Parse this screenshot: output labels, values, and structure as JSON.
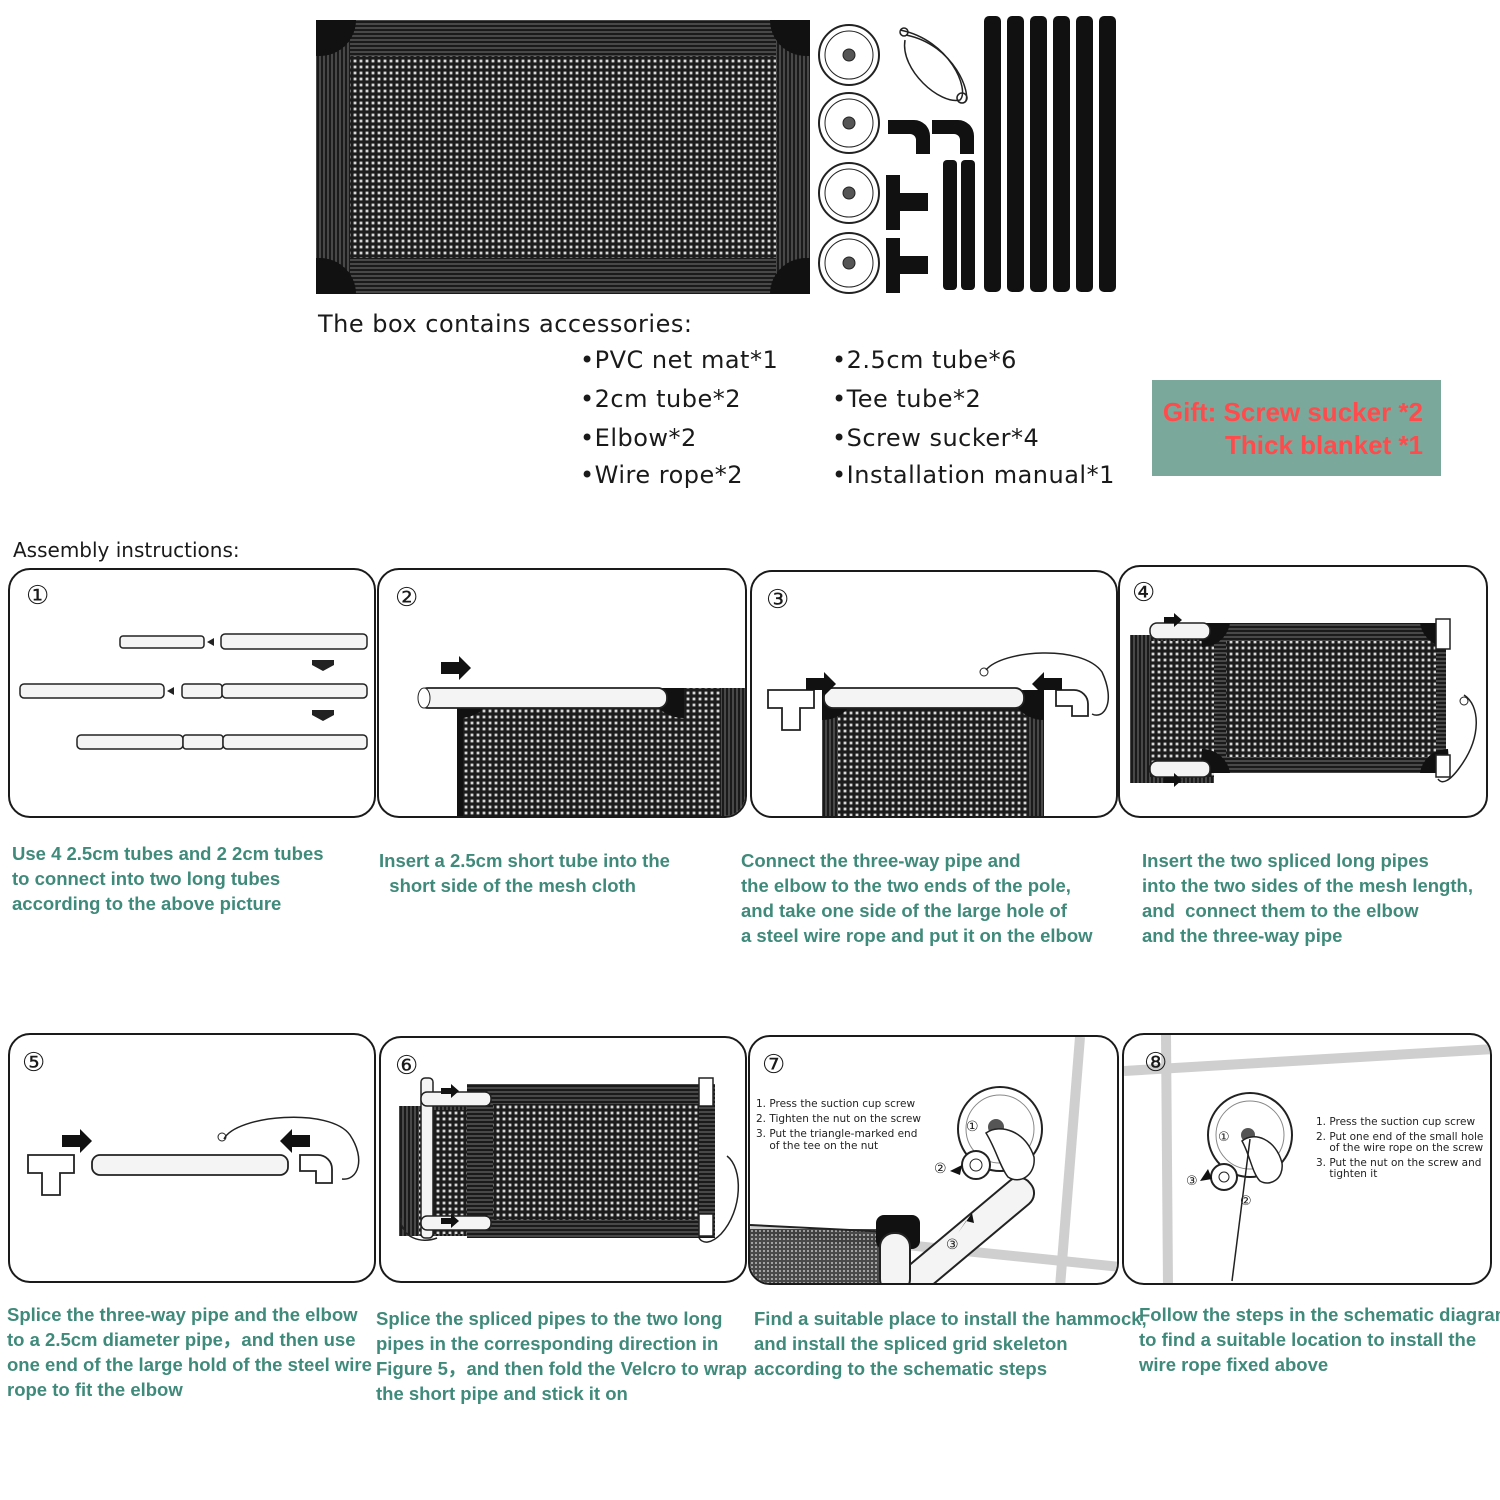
{
  "header": {
    "box_title": "The box contains accessories:"
  },
  "accessories": {
    "left": [
      "•PVC net mat*1",
      "•2cm tube*2",
      "•Elbow*2",
      "•Wire rope*2"
    ],
    "right": [
      "•2.5cm tube*6",
      "•Tee tube*2",
      "•Screw sucker*4",
      "•Installation manual*1"
    ]
  },
  "gift": {
    "line1": "Gift: Screw sucker *2",
    "line2": "Thick blanket *1",
    "bg_color": "#7aa99b",
    "text_color": "#ff4b4b"
  },
  "assembly": {
    "title": "Assembly instructions:"
  },
  "steps": [
    {
      "number": "①",
      "caption": "Use 4 2.5cm tubes and 2 2cm tubes\nto connect into two long tubes\naccording to the above picture"
    },
    {
      "number": "②",
      "caption": "Insert a 2.5cm short tube into the\n  short side of the mesh cloth"
    },
    {
      "number": "③",
      "caption": "Connect the three-way pipe and\nthe elbow to the two ends of the pole,\nand take one side of the large hole of\na steel wire rope and put it on the elbow"
    },
    {
      "number": "④",
      "caption": "Insert the two spliced long pipes\ninto the two sides of the mesh length,\nand  connect them to the elbow\nand the three-way pipe"
    },
    {
      "number": "⑤",
      "caption": "Splice the three-way pipe and the elbow\nto a 2.5cm diameter pipe，and then use\none end of the large hold of the steel wire\nrope to fit the elbow"
    },
    {
      "number": "⑥",
      "caption": "Splice the spliced pipes to the two long\npipes in the corresponding direction in\nFigure 5，and then fold the Velcro to wrap\nthe short pipe and stick it on"
    },
    {
      "number": "⑦",
      "caption": "Find a suitable place to install the hammock,\nand install the spliced grid skeleton\naccording to the schematic steps",
      "notes": [
        "1. Press the suction cup screw",
        "2. Tighten the nut on the screw",
        "3. Put the triangle-marked end",
        "    of the tee on the nut"
      ]
    },
    {
      "number": "⑧",
      "caption": "Follow the steps in the schematic diagram\nto find a suitable location to install the\nwire rope fixed above",
      "notes": [
        "1. Press the suction cup screw",
        "2. Put one end of the small hole",
        "    of the wire rope on the screw",
        "3. Put the nut on the screw and",
        "    tighten it"
      ]
    }
  ],
  "colors": {
    "caption_teal": "#3f8a7a",
    "ink": "#1a1a1a"
  }
}
